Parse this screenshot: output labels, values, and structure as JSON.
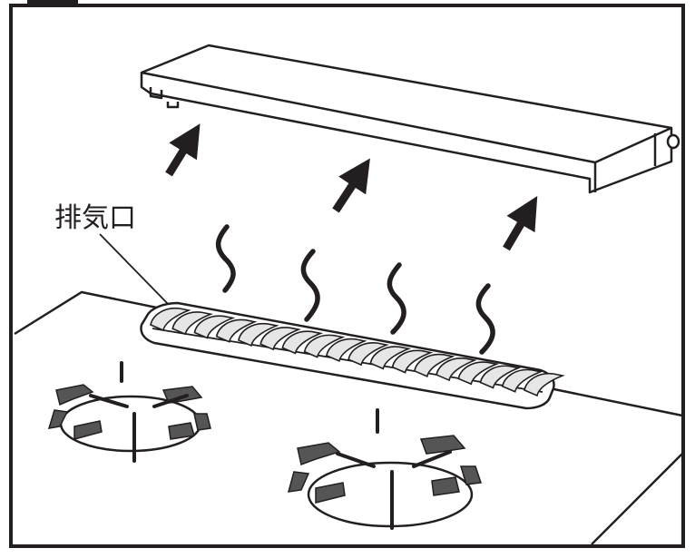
{
  "labels": {
    "vent": "排気口"
  },
  "icons": {
    "arrows": [
      "up-right-arrow",
      "up-right-arrow",
      "up-right-arrow"
    ],
    "heat_waves": [
      "wavy-heat-line",
      "wavy-heat-line",
      "wavy-heat-line",
      "wavy-heat-line"
    ]
  },
  "colors": {
    "line": "#231f20",
    "fill_light": "#ffffff",
    "grate": "#555555",
    "vent_shade": "#e6e6e6"
  }
}
